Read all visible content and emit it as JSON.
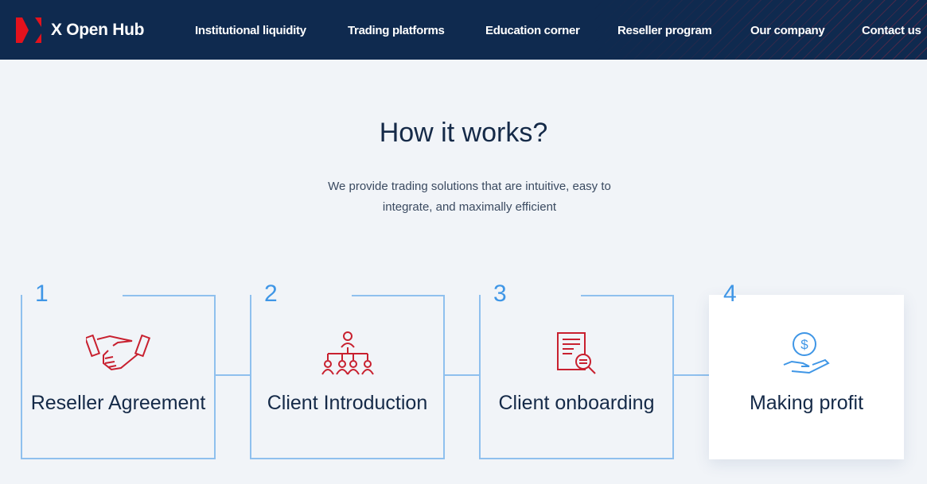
{
  "header": {
    "logo_text": "X Open Hub",
    "nav": [
      "Institutional liquidity",
      "Trading platforms",
      "Education corner",
      "Reseller program",
      "Our company",
      "Contact us"
    ]
  },
  "main": {
    "title": "How it works?",
    "subtitle": "We provide trading solutions that are intuitive, easy to integrate, and maximally efficient",
    "steps": [
      {
        "number": "1",
        "title": "Reseller Agreement",
        "icon": "handshake-icon"
      },
      {
        "number": "2",
        "title": "Client Introduction",
        "icon": "hierarchy-icon"
      },
      {
        "number": "3",
        "title": "Client onboarding",
        "icon": "document-search-icon"
      },
      {
        "number": "4",
        "title": "Making profit",
        "icon": "hand-dollar-icon"
      }
    ]
  },
  "colors": {
    "header_bg": "#0f2a4f",
    "accent_red": "#c8202f",
    "accent_blue": "#3f96e6"
  }
}
